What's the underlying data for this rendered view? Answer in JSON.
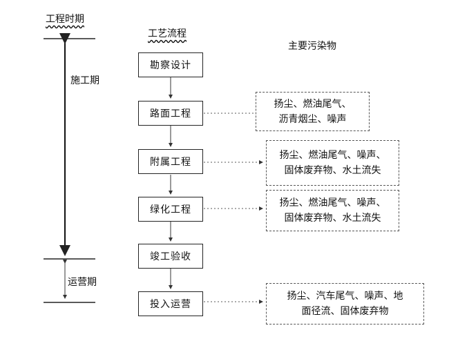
{
  "headers": {
    "period": "工程时期",
    "process": "工艺流程",
    "pollutants": "主要污染物"
  },
  "periods": {
    "construction": "施工期",
    "operation": "运营期"
  },
  "steps": [
    {
      "label": "勘察设计"
    },
    {
      "label": "路面工程"
    },
    {
      "label": "附属工程"
    },
    {
      "label": "绿化工程"
    },
    {
      "label": "竣工验收"
    },
    {
      "label": "投入运营"
    }
  ],
  "pollutant_boxes": [
    {
      "step": "路面工程",
      "lines": [
        "扬尘、燃油尾气、",
        "沥青烟尘、噪声"
      ]
    },
    {
      "step": "附属工程",
      "lines": [
        "扬尘、燃油尾气、噪声、",
        "固体废弃物、水土流失"
      ]
    },
    {
      "step": "绿化工程",
      "lines": [
        "扬尘、燃油尾气、噪声、",
        "固体废弃物、水土流失"
      ]
    },
    {
      "step": "投入运营",
      "lines": [
        "扬尘、汽车尾气、噪声、地",
        "面径流、固体废弃物"
      ]
    }
  ]
}
